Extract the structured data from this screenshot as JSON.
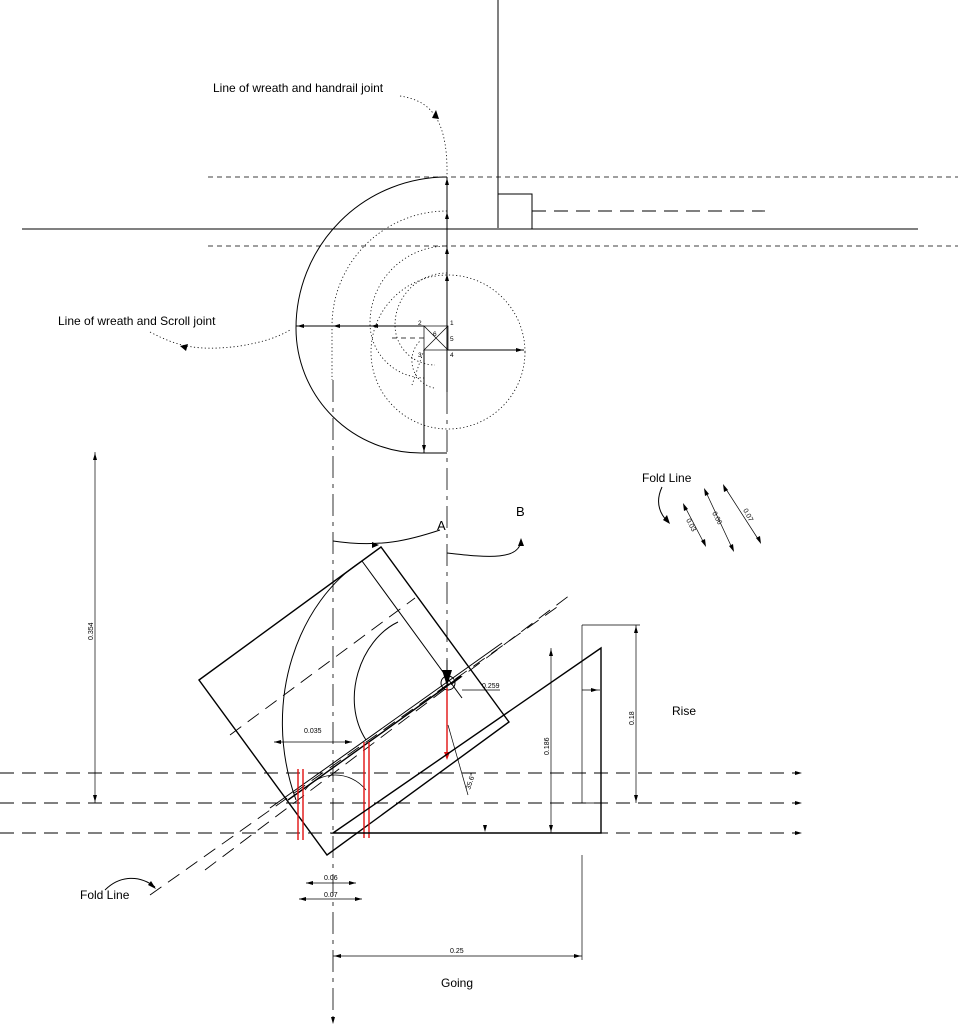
{
  "labels": {
    "handrail_joint": "Line of wreath and handrail joint",
    "scroll_joint": "Line of wreath and Scroll joint",
    "fold_line_top": "Fold Line",
    "fold_line_bottom": "Fold Line",
    "point_a": "A",
    "point_b": "B",
    "rise": "Rise",
    "going": "Going"
  },
  "dimensions": {
    "d_0354": "0.354",
    "d_0035": "0.035",
    "d_0259": "0.259",
    "d_0186": "0.186",
    "d_018": "0.18",
    "d_0006": "0.06",
    "d_0007": "0.07",
    "d_025": "0.25",
    "angle": "35.6°",
    "fold_003": "0.03",
    "fold_006": "0.06",
    "fold_007": "0.07"
  },
  "centre_points": {
    "p1": "1",
    "p2": "2",
    "p3": "3",
    "p4": "4",
    "p5": "5",
    "p6": "6"
  }
}
